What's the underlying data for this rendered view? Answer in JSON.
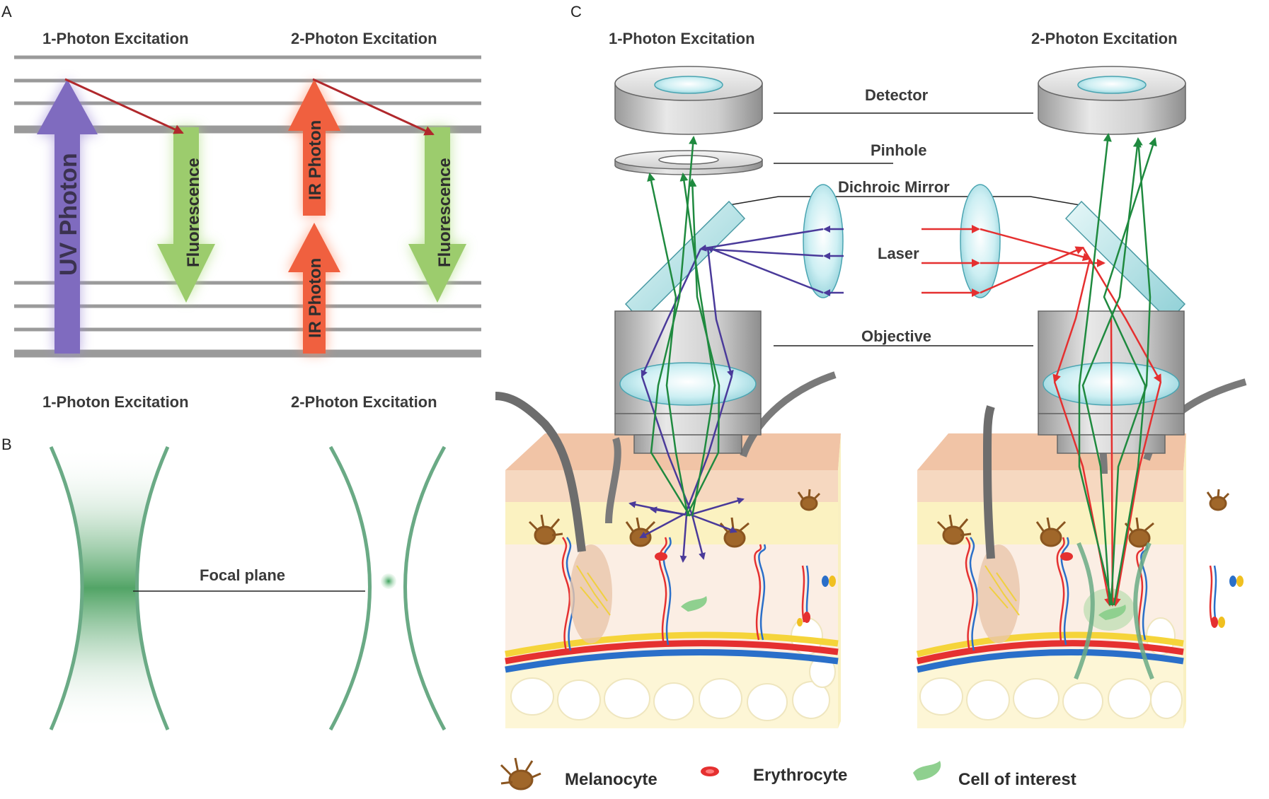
{
  "panels": {
    "a": "A",
    "b": "B",
    "c": "C"
  },
  "panel_a": {
    "one_photon_title": "1-Photon Excitation",
    "two_photon_title": "2-Photon Excitation",
    "uv_photon": "UV Photon",
    "ir_photon_upper": "IR Photon",
    "ir_photon_lower": "IR Photon",
    "fluorescence_left": "Fluorescence",
    "fluorescence_right": "Fluorescence"
  },
  "panel_b": {
    "one_photon_title": "1-Photon Excitation",
    "two_photon_title": "2-Photon Excitation",
    "focal_plane": "Focal plane"
  },
  "panel_c": {
    "one_photon_title": "1-Photon Excitation",
    "two_photon_title": "2-Photon Excitation",
    "detector": "Detector",
    "pinhole": "Pinhole",
    "dichroic_mirror": "Dichroic Mirror",
    "laser": "Laser",
    "objective": "Objective"
  },
  "legend": {
    "melanocyte": "Melanocyte",
    "erythrocyte": "Erythrocyte",
    "cell_of_interest": "Cell of interest"
  },
  "colors": {
    "uv": "#7f6bbf",
    "ir": "#f0603f",
    "fluorescence": "#9ccc6d",
    "excitation_1p": "#4a3a9a",
    "excitation_2p": "#e53030",
    "emission": "#1f8a3f",
    "lens": "#c9eef2",
    "beam": "#6aaa85"
  }
}
